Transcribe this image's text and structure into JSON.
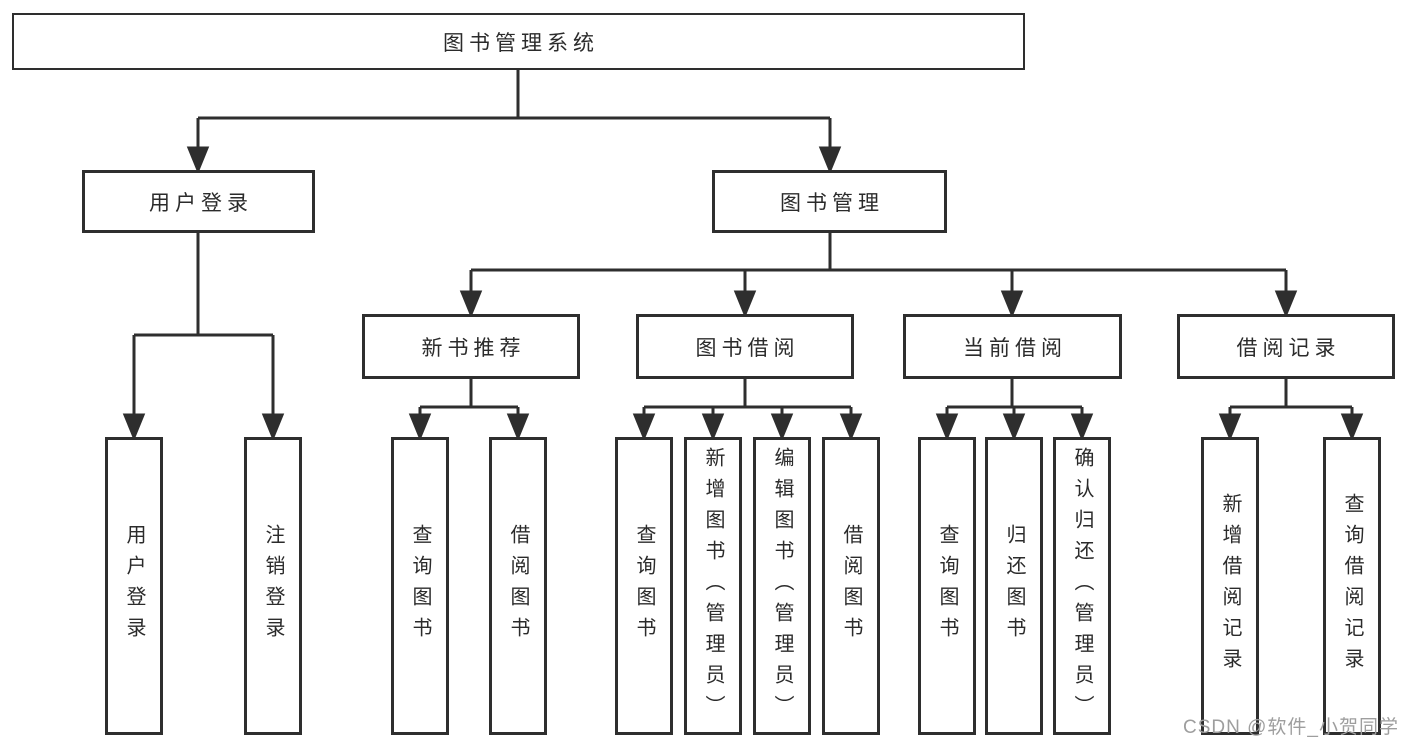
{
  "colors": {
    "line": "#2e2e2e",
    "node_border": "#2e2e2e",
    "node_text": "#2b2b2b",
    "background": "#ffffff",
    "watermark": "#9e9e9e"
  },
  "watermark": {
    "text": "CSDN @软件_小贺同学"
  },
  "tree": {
    "root": {
      "label": "图书管理系统"
    },
    "branches": [
      {
        "label": "用户登录",
        "children": [
          {
            "label": "用户登录"
          },
          {
            "label": "注销登录"
          }
        ]
      },
      {
        "label": "图书管理",
        "children": [
          {
            "label": "新书推荐",
            "children": [
              {
                "label": "查询图书"
              },
              {
                "label": "借阅图书"
              }
            ]
          },
          {
            "label": "图书借阅",
            "children": [
              {
                "label": "查询图书"
              },
              {
                "label": "新增图书（管理员）"
              },
              {
                "label": "编辑图书（管理员）"
              },
              {
                "label": "借阅图书"
              }
            ]
          },
          {
            "label": "当前借阅",
            "children": [
              {
                "label": "查询图书"
              },
              {
                "label": "归还图书"
              },
              {
                "label": "确认归还（管理员）"
              }
            ]
          },
          {
            "label": "借阅记录",
            "children": [
              {
                "label": "新增借阅记录"
              },
              {
                "label": "查询借阅记录"
              }
            ]
          }
        ]
      }
    ]
  }
}
